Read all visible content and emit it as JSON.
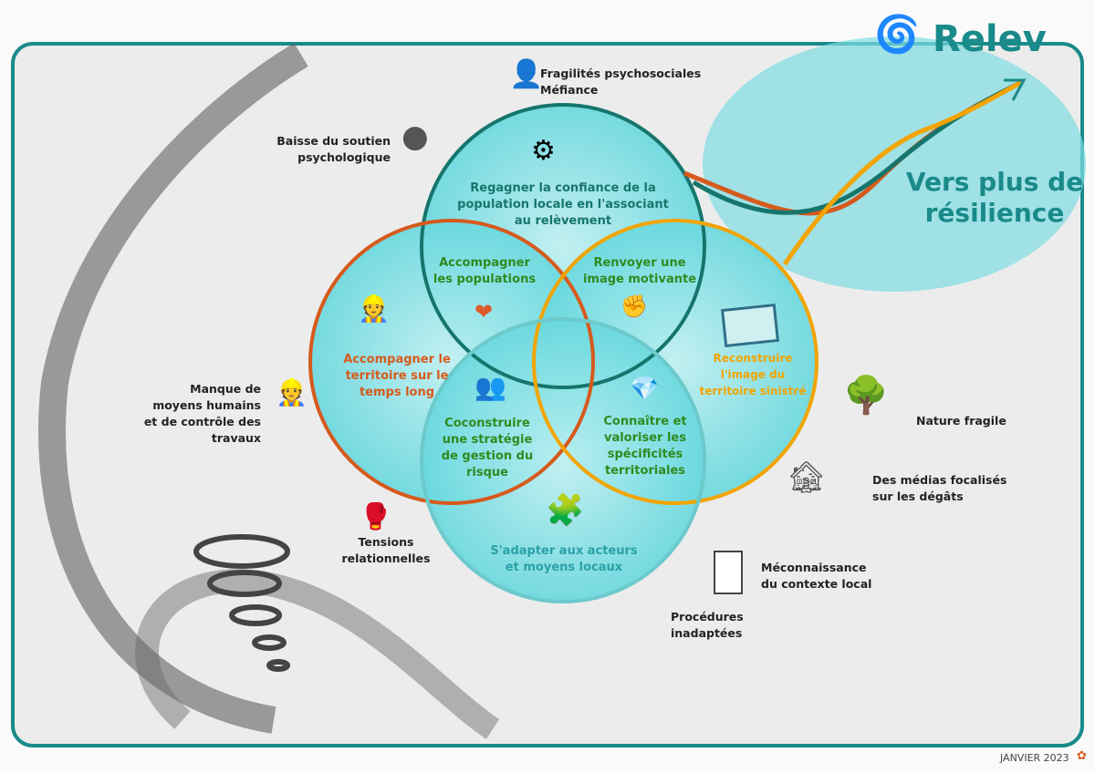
{
  "brand": {
    "logo_text": "Relev"
  },
  "headline": {
    "line1": "Vers plus de",
    "line2": "résilience"
  },
  "footer": {
    "date": "JANVIER 2023"
  },
  "colors": {
    "frame": "#1a8a8a",
    "top_circle": "#16756c",
    "left_circle": "#d65a1c",
    "right_circle": "#f2a400",
    "bottom_circle": "#6cc9cc",
    "fill": "#5fd6dc",
    "green_text": "#2e8b1f"
  },
  "circles": {
    "top": {
      "lines": [
        "Regagner la confiance de la",
        "population locale en l'associant",
        "au relèvement"
      ],
      "icon": "people-gears-icon"
    },
    "left": {
      "lines": [
        "Accompagner le",
        "territoire sur le",
        "temps long"
      ],
      "icon": "workers-icon"
    },
    "right": {
      "lines": [
        "Reconstruire",
        "l'image du",
        "territoire sinistré"
      ],
      "icon": "postcard-icon"
    },
    "bottom": {
      "lines": [
        "S'adapter aux acteurs",
        "et moyens locaux"
      ],
      "icon": "puzzle-icon"
    }
  },
  "intersections": {
    "top_left": {
      "lines": [
        "Accompagner",
        "les populations"
      ],
      "icon": "heart-hand-icon"
    },
    "top_right": {
      "lines": [
        "Renvoyer une",
        "image motivante"
      ],
      "icon": "raised-fist-icon"
    },
    "bottom_left": {
      "lines": [
        "Coconstruire",
        "une stratégie",
        "de gestion du",
        "risque"
      ],
      "icon": "team-icon"
    },
    "bottom_right": {
      "lines": [
        "Connaître et",
        "valoriser les",
        "spécificités",
        "territoriales"
      ],
      "icon": "diamond-icon"
    }
  },
  "obstacles": [
    {
      "lines": [
        "Fragilités psychosociales",
        "Méfiance"
      ]
    },
    {
      "lines": [
        "Baisse du soutien",
        "psychologique"
      ]
    },
    {
      "lines": [
        "Manque de",
        "moyens humains",
        "et de contrôle des travaux"
      ]
    },
    {
      "lines": [
        "Tensions",
        "relationnelles"
      ]
    },
    {
      "lines": [
        "Nature fragile"
      ]
    },
    {
      "lines": [
        "Des médias focalisés",
        "sur les dégâts"
      ]
    },
    {
      "lines": [
        "Méconnaissance",
        "du contexte local"
      ]
    },
    {
      "lines": [
        "Procédures",
        "inadaptées"
      ]
    }
  ]
}
